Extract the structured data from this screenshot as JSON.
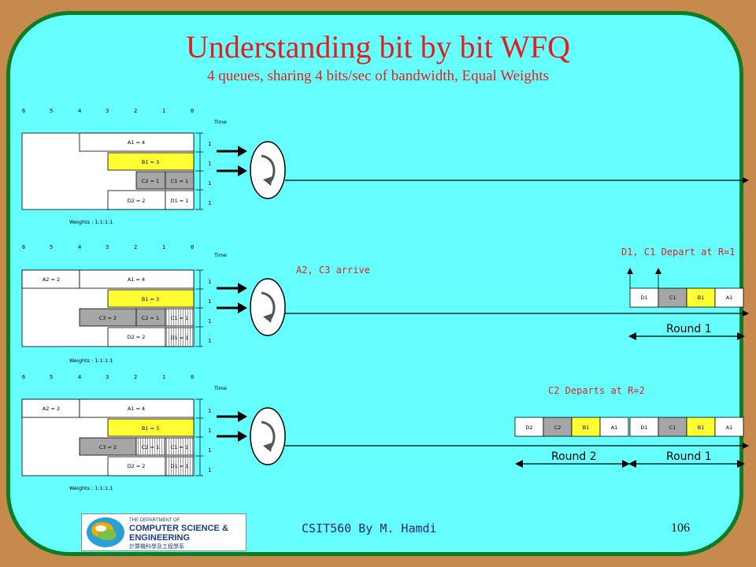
{
  "slide": {
    "title": "Understanding bit by bit WFQ",
    "subtitle": "4 queues, sharing 4 bits/sec of bandwidth, Equal Weights",
    "credit": "CSIT560 By M. Hamdi",
    "page_number": "106"
  },
  "logo": {
    "top_text": "THE DEPARTMENT OF",
    "line1": "COMPUTER SCIENCE &",
    "line2": "ENGINEERING",
    "chinese": "計算機科學及工程學系"
  },
  "panels": [
    {
      "axis_ticks": [
        "6",
        "5",
        "4",
        "3",
        "2",
        "1",
        "0"
      ],
      "time_label": "Time",
      "weights_label": "Weights : 1:1:1:1",
      "row_ticks": [
        "1",
        "1",
        "1",
        "1"
      ],
      "blocks": {
        "a1": "A1 = 4",
        "b1": "B1 = 3",
        "c2": "C2 = 1",
        "c1": "C1 = 1",
        "d2": "D2 = 2",
        "d1": "D1 = 1"
      }
    },
    {
      "axis_ticks": [
        "6",
        "5",
        "4",
        "3",
        "2",
        "1",
        "0"
      ],
      "time_label": "Time",
      "weights_label": "Weights : 1:1:1:1",
      "row_ticks": [
        "1",
        "1",
        "1",
        "1"
      ],
      "blocks": {
        "a2": "A2 = 2",
        "a1": "A1 = 4",
        "b1": "B1 = 3",
        "c3": "C3 = 2",
        "c2": "C2 = 1",
        "c1": "C1 = 1",
        "d2": "D2 = 2",
        "d1": "D1 = 1"
      },
      "arrival_label": "A2, C3 arrive",
      "depart_label": "D1, C1 Depart at R=1",
      "output_cells": [
        "D1",
        "C1",
        "B1",
        "A1"
      ],
      "round_labels": [
        "Round 1"
      ]
    },
    {
      "axis_ticks": [
        "6",
        "5",
        "4",
        "3",
        "2",
        "1",
        "0"
      ],
      "time_label": "Time",
      "weights_label": "Weights : 1:1:1:1",
      "row_ticks": [
        "1",
        "1",
        "1",
        "1"
      ],
      "blocks": {
        "a2": "A2 = 2",
        "a1": "A1 = 4",
        "b1": "B1 = 3",
        "c3": "C3 = 2",
        "c2": "C2 = 1",
        "c1": "C1 = 1",
        "d2": "D2 = 2",
        "d1": "D1 = 1"
      },
      "depart_label": "C2 Departs at R=2",
      "output_cells": [
        "D2",
        "C2",
        "B1",
        "A1",
        "D1",
        "C1",
        "B1",
        "A1"
      ],
      "round_labels": [
        "Round 2",
        "Round 1"
      ]
    }
  ],
  "colors": {
    "background": "#c58a4c",
    "slide": "#66ffff",
    "border": "#0f7c23",
    "title": "#e02020",
    "yellow_block": "#ffff33",
    "gray_block": "#a6a6a6"
  }
}
